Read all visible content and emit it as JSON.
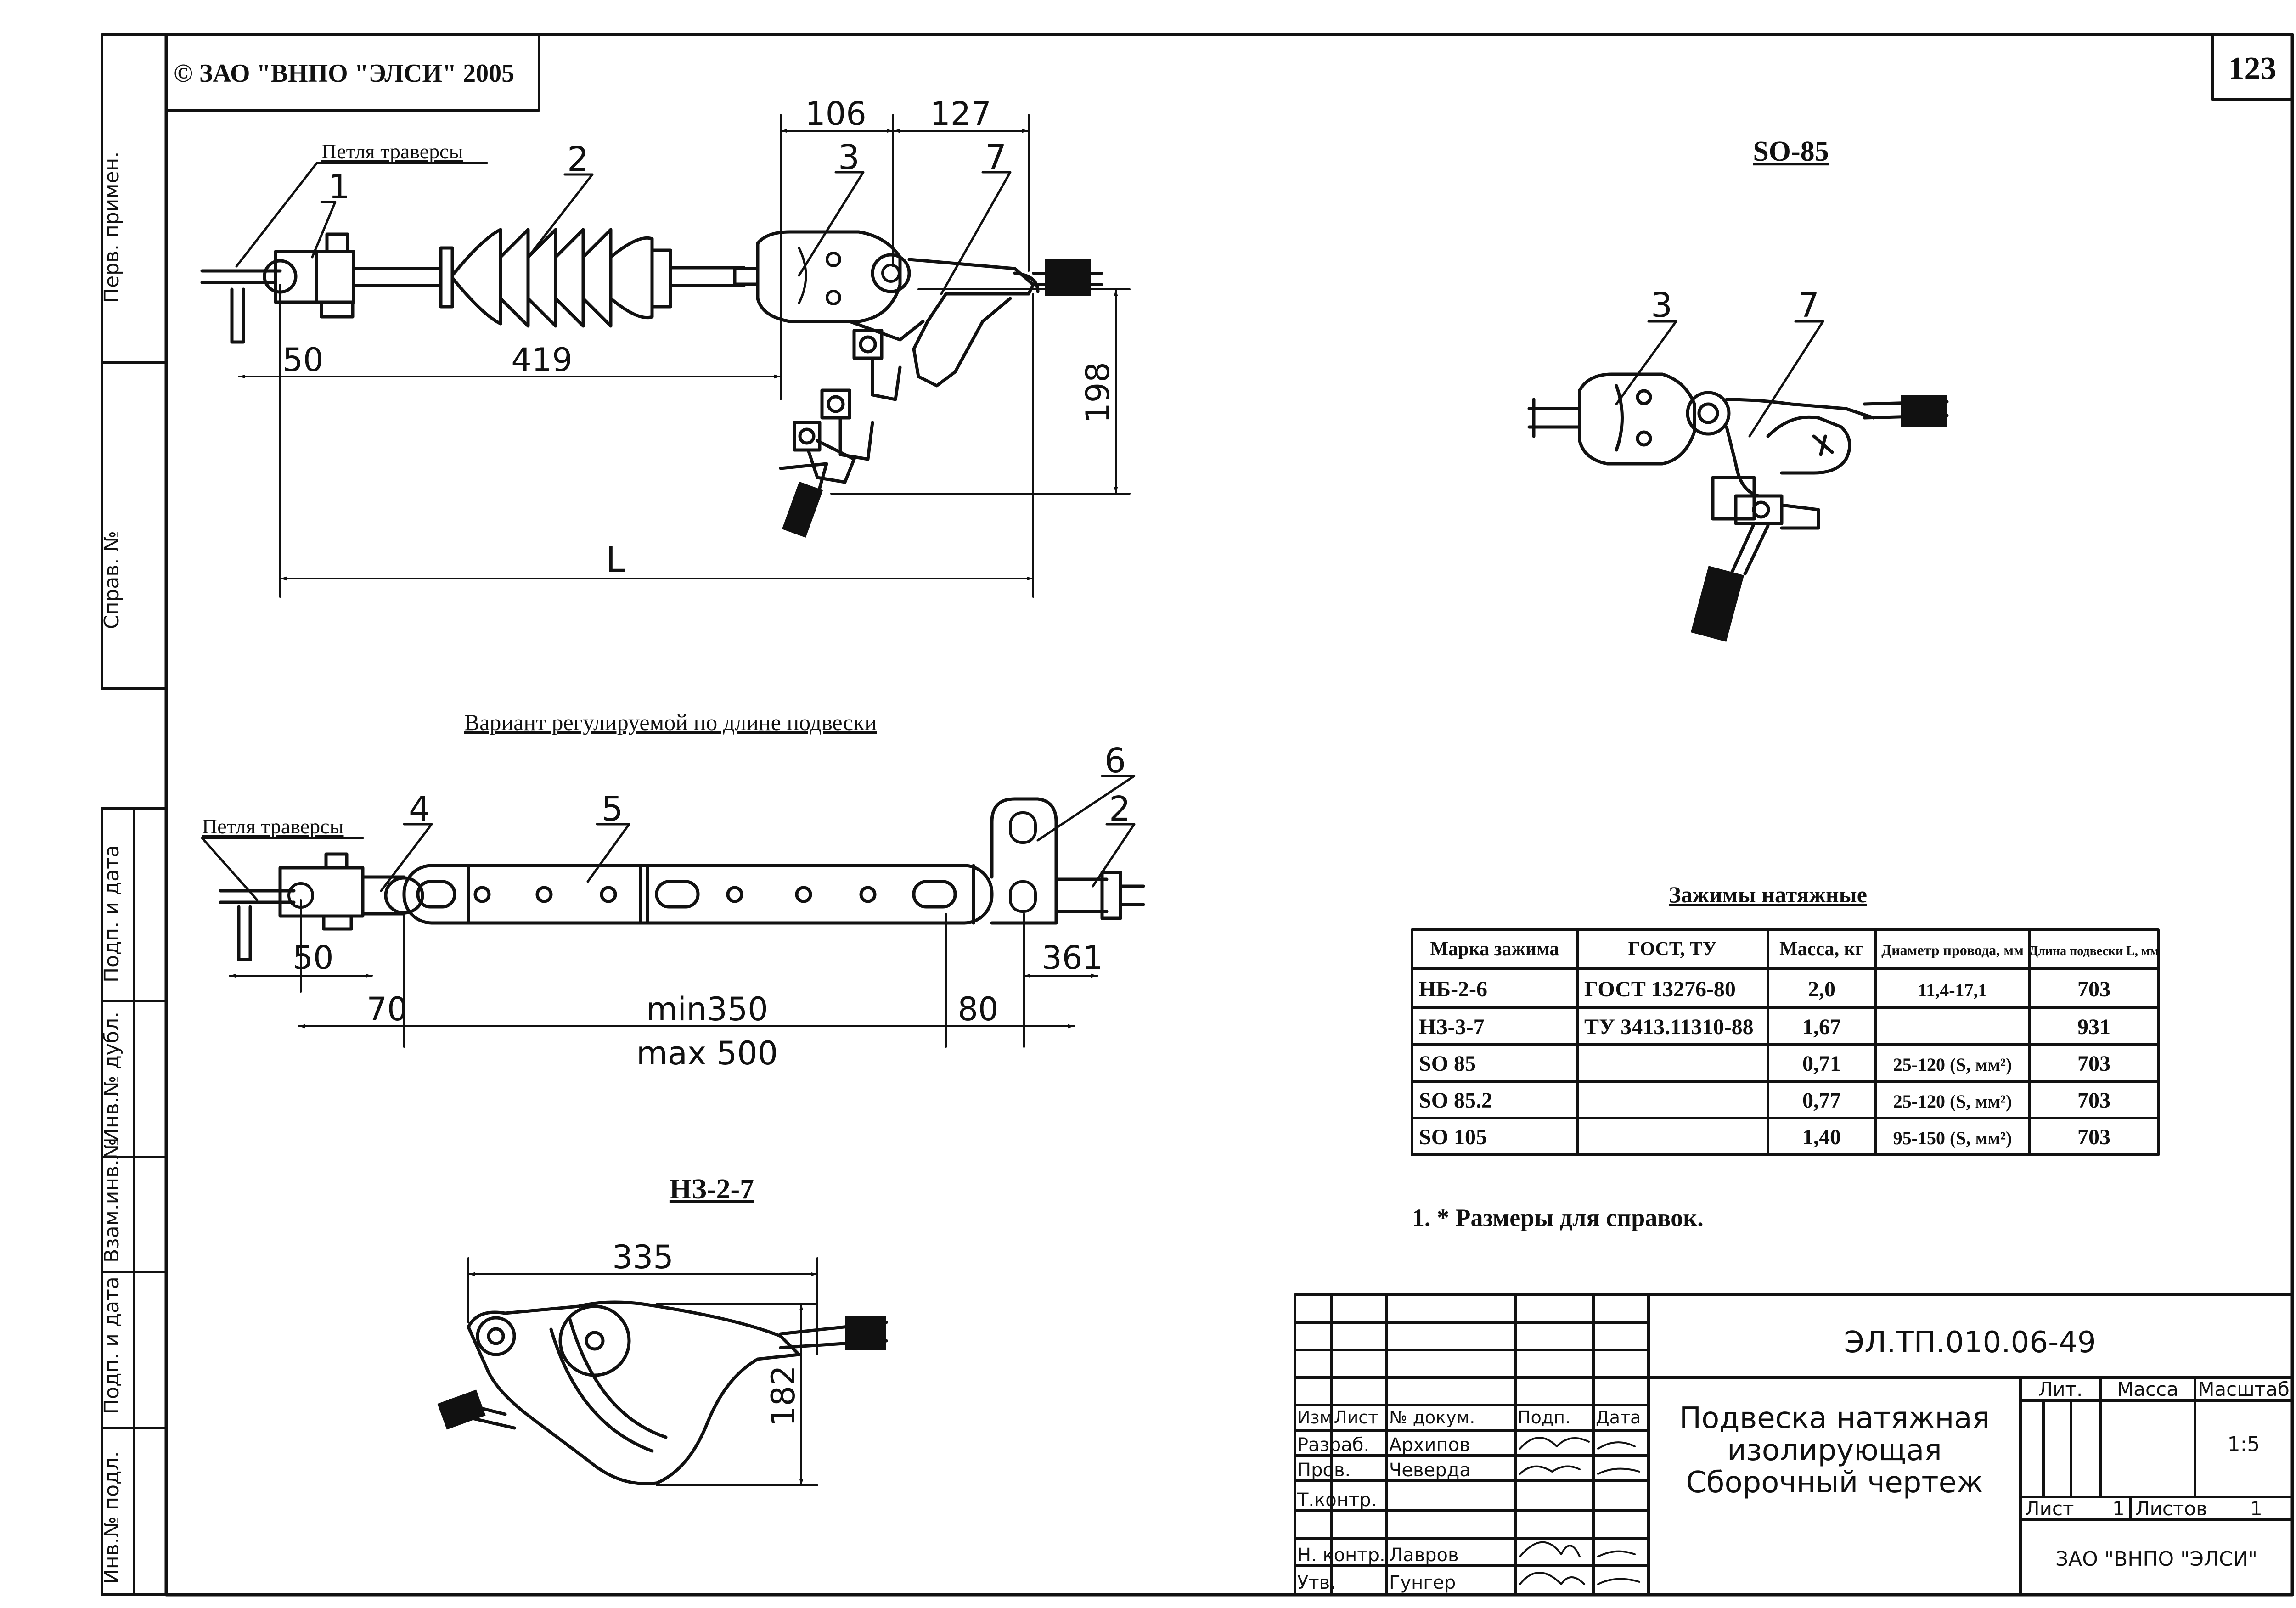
{
  "copyright": "© ЗАО \"ВНПО \"ЭЛСИ\" 2005",
  "sheet_number": "123",
  "side_stamps": [
    "Перв. примен.",
    "Справ. №",
    "Подп. и дата",
    "Инв.№ дубл.",
    "Взам.инв.№",
    "Подп. и дата",
    "Инв.№ подл."
  ],
  "top_view": {
    "label_loop": "Петля траверсы",
    "parts": [
      "1",
      "2",
      "3",
      "7"
    ],
    "dims": {
      "d106": "106",
      "d127": "127",
      "d50": "50",
      "d419": "419",
      "d198": "198",
      "dL": "L"
    }
  },
  "variant_view": {
    "title": "Вариант регулируемой по длине подвески",
    "label_loop": "Петля траверсы",
    "parts": [
      "4",
      "5",
      "6",
      "2"
    ],
    "dims": {
      "d50": "50",
      "d361": "361",
      "d70": "70",
      "dmin": "min350",
      "d80": "80",
      "dmax": "max 500"
    }
  },
  "nz_view": {
    "title": "НЗ-2-7",
    "dims": {
      "d335": "335",
      "d182": "182"
    }
  },
  "so_view": {
    "title": "SO-85",
    "parts": [
      "3",
      "7"
    ]
  },
  "table": {
    "title": "Зажимы натяжные",
    "headers": [
      "Марка зажима",
      "ГОСТ, ТУ",
      "Масса, кг",
      "Диаметр провода, мм",
      "Длина подвески L, мм"
    ],
    "rows": [
      [
        "НБ-2-6",
        "ГОСТ 13276-80",
        "2,0",
        "11,4-17,1",
        "703"
      ],
      [
        "НЗ-3-7",
        "ТУ 3413.11310-88",
        "1,67",
        "",
        "931"
      ],
      [
        "SO 85",
        "",
        "0,71",
        "25-120 (S, мм²)",
        "703"
      ],
      [
        "SO 85.2",
        "",
        "0,77",
        "25-120 (S, мм²)",
        "703"
      ],
      [
        "SO 105",
        "",
        "1,40",
        "95-150 (S, мм²)",
        "703"
      ]
    ]
  },
  "note": "1. * Размеры для справок.",
  "title_block": {
    "doc_code": "ЭЛ.ТП.010.06-49",
    "name_lines": [
      "Подвеска натяжная",
      "изолирующая",
      "Сборочный чертеж"
    ],
    "head": [
      "Изм.",
      "Лист",
      "№ докум.",
      "Подп.",
      "Дата"
    ],
    "roles": [
      {
        "role": "Разраб.",
        "name": "Архипов"
      },
      {
        "role": "Пров.",
        "name": "Чеверда"
      },
      {
        "role": "Т.контр.",
        "name": ""
      },
      {
        "role": "",
        "name": ""
      },
      {
        "role": "Н. контр.",
        "name": "Лавров"
      },
      {
        "role": "Утв.",
        "name": "Гунгер"
      }
    ],
    "lit_label": "Лит.",
    "mass_label": "Масса",
    "scale_label": "Масштаб",
    "scale_value": "1:5",
    "sheet_label": "Лист",
    "sheet_value": "1",
    "sheets_label": "Листов",
    "sheets_value": "1",
    "org": "ЗАО \"ВНПО \"ЭЛСИ\""
  }
}
